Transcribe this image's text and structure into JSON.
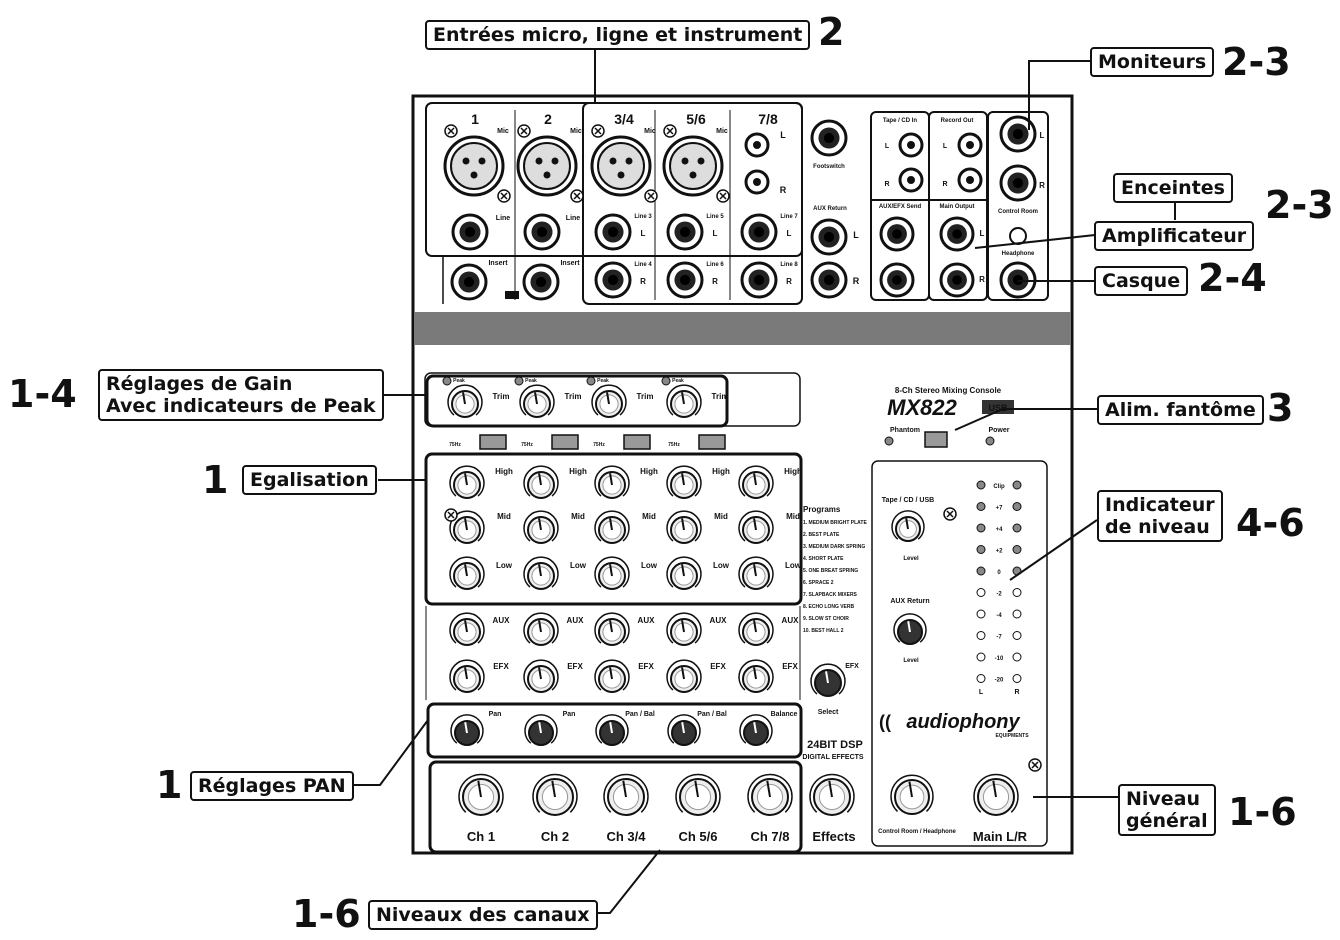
{
  "device": {
    "top_channel_numbers": [
      "1",
      "2",
      "3/4",
      "5/6",
      "7/8"
    ],
    "mic": "Mic",
    "line": "Line",
    "insert": "Insert",
    "line_inputs": [
      "Line 3",
      "Line 4",
      "Line 5",
      "Line 6",
      "Line 7",
      "Line 8"
    ],
    "footswitch": "Footswitch",
    "aux_return": "AUX Return",
    "tape_cd_in": "Tape / CD In",
    "record_out": "Record Out",
    "aux_efx_send": "AUX/EFX Send",
    "main_output": "Main Output",
    "control_room": "Control Room",
    "headphone": "Headphone",
    "trim": "Trim",
    "peak": "Peak",
    "hz_switch": "75Hz",
    "eq_high": "High",
    "eq_mid": "Mid",
    "eq_low": "Low",
    "aux": "AUX",
    "efx": "EFX",
    "pan": "Pan",
    "pan_bal": "Pan / Bal",
    "balance": "Balance",
    "channel_names": [
      "Ch 1",
      "Ch 2",
      "Ch 3/4",
      "Ch 5/6",
      "Ch 7/8"
    ],
    "effects": "Effects",
    "control_room_headphone": "Control Room / Headphone",
    "main_lr": "Main L/R",
    "console_title": "8-Ch Stereo Mixing Console",
    "model": "MX822",
    "usb": "USB",
    "phantom": "Phantom",
    "power": "Power",
    "tape_cd_usb": "Tape / CD / USB",
    "level": "Level",
    "meter_labels": [
      "Clip",
      "+7",
      "+4",
      "+2",
      "0",
      "-2",
      "-4",
      "-7",
      "-10",
      "-20"
    ],
    "meter_lr": [
      "L",
      "R"
    ],
    "programs_title": "Programs",
    "programs": [
      "1. MEDIUM BRIGHT PLATE",
      "2. BEST PLATE",
      "3. MEDIUM DARK SPRING",
      "4. SHORT PLATE",
      "5. ONE BREAT SPRING",
      "6. SPRACE 2",
      "7. SLAPBACK MIXERS",
      "8. ECHO LONG VERB",
      "9. SLOW ST CHOIR",
      "10. BEST HALL 2"
    ],
    "select": "Select",
    "dsp": "24BIT DSP",
    "digital_effects": "DIGITAL EFFECTS",
    "brand": "audiophony",
    "brand_sub": "EQUIPMENTS"
  },
  "callouts": {
    "inputs": {
      "label": "Entrées micro, ligne et instrument",
      "num": "2"
    },
    "monitors": {
      "label": "Moniteurs",
      "num": "2-3"
    },
    "speakers": {
      "label": "Enceintes"
    },
    "amp": {
      "label": "Amplificateur",
      "num": "2-3"
    },
    "headphones": {
      "label": "Casque",
      "num": "2-4"
    },
    "gain": {
      "label_line1": "Réglages de Gain",
      "label_line2": "Avec indicateurs de Peak",
      "num": "1-4"
    },
    "eq": {
      "label": "Egalisation",
      "num": "1"
    },
    "phantom": {
      "label": "Alim. fantôme",
      "num": "3"
    },
    "level_meter": {
      "label_line1": "Indicateur",
      "label_line2": "de niveau",
      "num": "4-6"
    },
    "pan": {
      "label": "Réglages PAN",
      "num": "1"
    },
    "master": {
      "label_line1": "Niveau",
      "label_line2": "général",
      "num": "1-6"
    },
    "channel_levels": {
      "label": "Niveaux des canaux",
      "num": "1-6"
    }
  }
}
